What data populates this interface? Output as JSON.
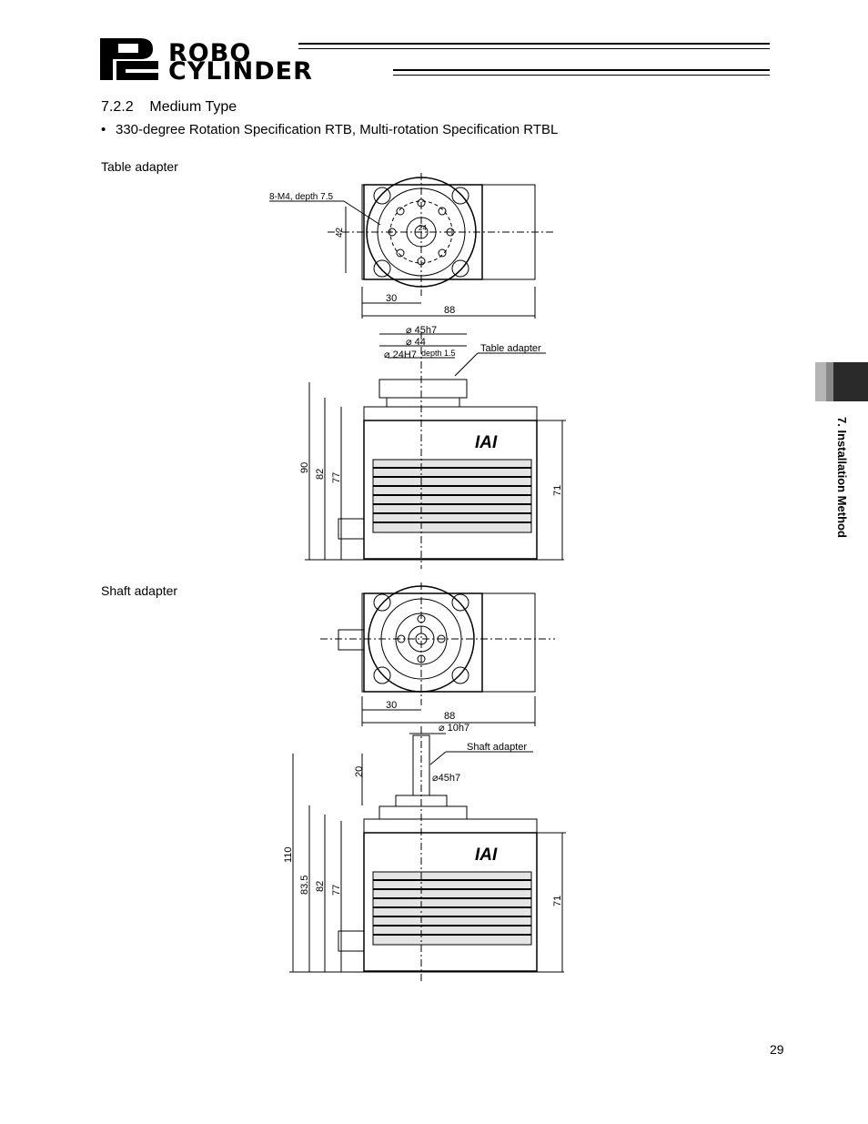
{
  "header": {
    "logo_line1": "ROBO",
    "logo_line2": "CYLINDER",
    "logo_mark": "RC"
  },
  "section": {
    "number": "7.2.2",
    "title": "Medium Type",
    "bullet": "330-degree Rotation Specification RTB, Multi-rotation Specification RTBL"
  },
  "figures": {
    "table": {
      "label": "Table adapter",
      "callout_holes": "8-M4, depth 7.5",
      "callout_adapter": "Table adapter",
      "dim_42": "42",
      "dim_24": "24",
      "dim_30": "30",
      "dim_88": "88",
      "dim_45h7": "⌀ 45h7",
      "dim_44": "⌀ 44",
      "dim_24h7": "⌀ 24H7",
      "dim_depth": "depth 1.5",
      "dim_90": "90",
      "dim_82": "82",
      "dim_77": "77",
      "dim_71": "71",
      "brand": "IAI"
    },
    "shaft": {
      "label": "Shaft adapter",
      "callout_adapter": "Shaft adapter",
      "dim_30": "30",
      "dim_88": "88",
      "dim_10h7": "⌀ 10h7",
      "dim_45h7": "⌀45h7",
      "dim_20": "20",
      "dim_110": "110",
      "dim_83_5": "83.5",
      "dim_82": "82",
      "dim_77": "77",
      "dim_71": "71",
      "brand": "IAI"
    }
  },
  "side_tab": {
    "text": "7. Installation Method"
  },
  "footer": {
    "page_number": "29"
  }
}
